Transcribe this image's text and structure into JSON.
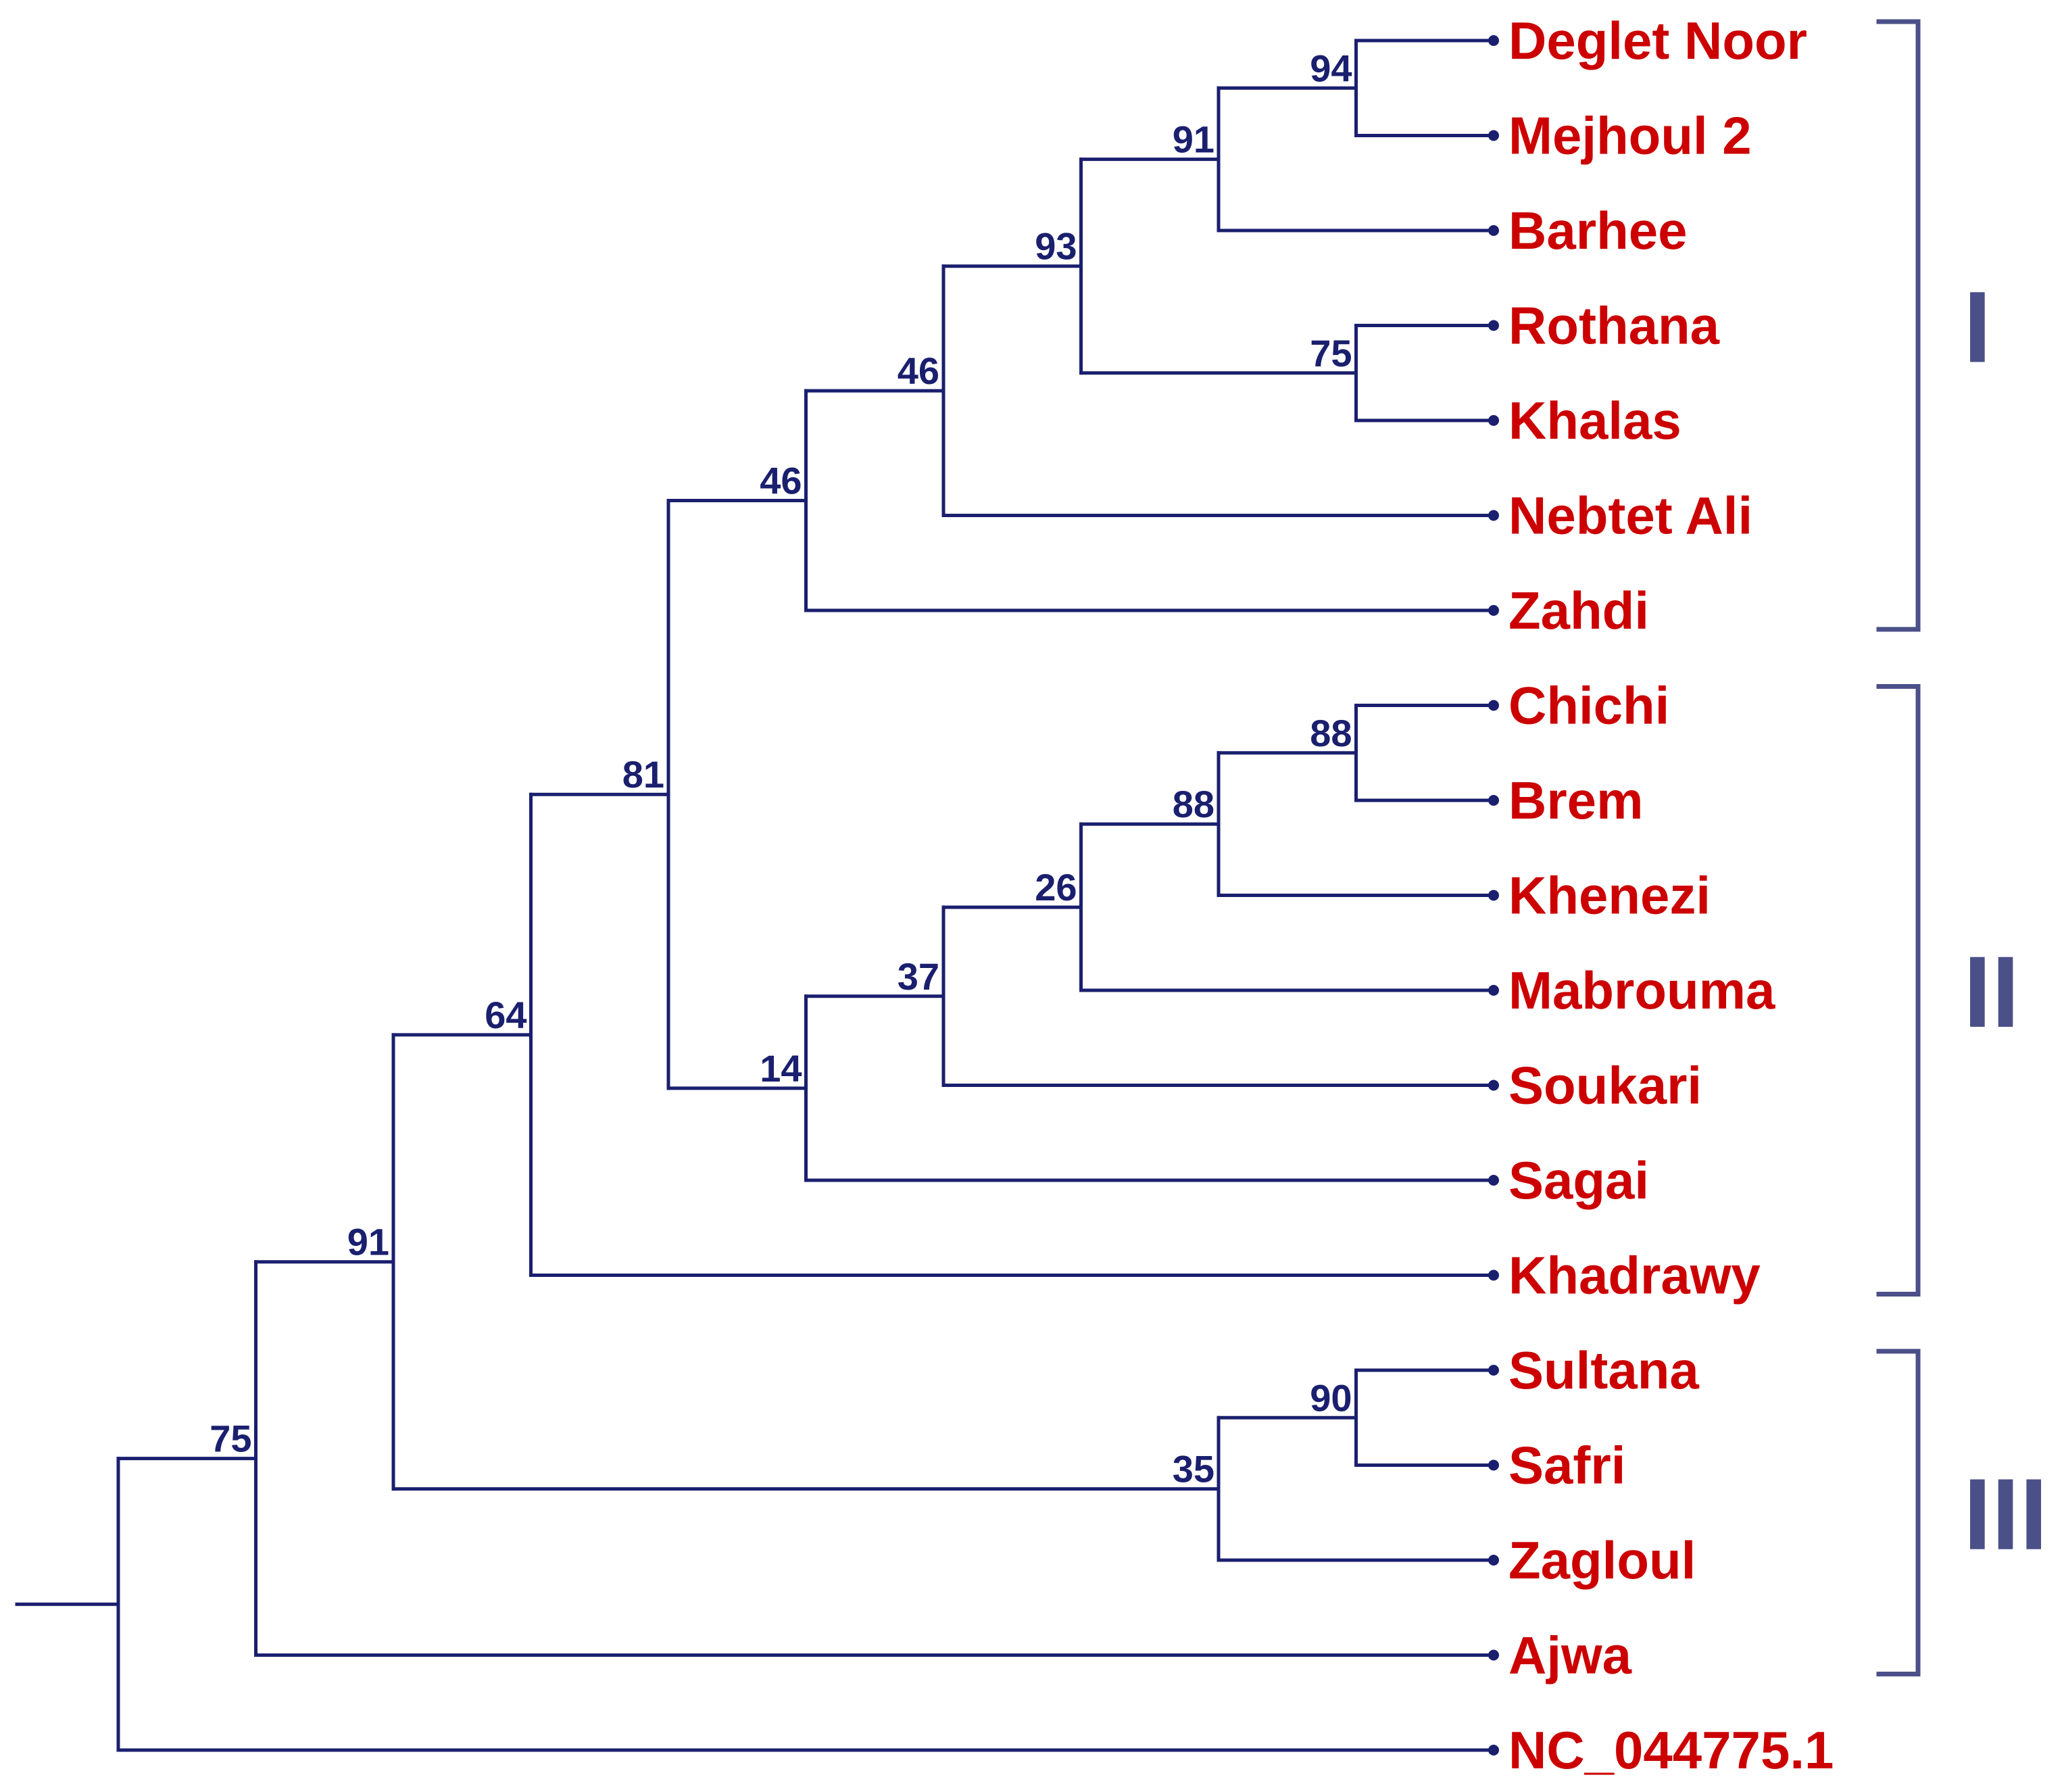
{
  "colors": {
    "branch": "#1a1f6e",
    "leaf_text": "#cc0000",
    "support_text": "#1a1f6e",
    "bracket": "#4b5089"
  },
  "tree": {
    "leaves": [
      {
        "id": "deglet-noor",
        "label": "Deglet Noor"
      },
      {
        "id": "mejhoul-2",
        "label": "Mejhoul 2"
      },
      {
        "id": "barhee",
        "label": "Barhee"
      },
      {
        "id": "rothana",
        "label": "Rothana"
      },
      {
        "id": "khalas",
        "label": "Khalas"
      },
      {
        "id": "nebtet-ali",
        "label": "Nebtet Ali"
      },
      {
        "id": "zahdi",
        "label": "Zahdi"
      },
      {
        "id": "chichi",
        "label": "Chichi"
      },
      {
        "id": "brem",
        "label": "Brem"
      },
      {
        "id": "khenezi",
        "label": "Khenezi"
      },
      {
        "id": "mabrouma",
        "label": "Mabrouma"
      },
      {
        "id": "soukari",
        "label": "Soukari"
      },
      {
        "id": "sagai",
        "label": "Sagai"
      },
      {
        "id": "khadrawy",
        "label": "Khadrawy"
      },
      {
        "id": "sultana",
        "label": "Sultana"
      },
      {
        "id": "safri",
        "label": "Safri"
      },
      {
        "id": "zagloul",
        "label": "Zagloul"
      },
      {
        "id": "ajwa",
        "label": "Ajwa"
      },
      {
        "id": "nc-044775",
        "label": "NC_044775.1"
      }
    ],
    "nodes": [
      {
        "id": "n1",
        "depth": 9,
        "support": "94",
        "children": [
          "deglet-noor",
          "mejhoul-2"
        ]
      },
      {
        "id": "n2",
        "depth": 8,
        "support": "91",
        "children": [
          "n1",
          "barhee"
        ]
      },
      {
        "id": "n3",
        "depth": 9,
        "support": "75",
        "children": [
          "rothana",
          "khalas"
        ]
      },
      {
        "id": "n4",
        "depth": 7,
        "support": "93",
        "children": [
          "n2",
          "n3"
        ]
      },
      {
        "id": "n5",
        "depth": 6,
        "support": "46",
        "children": [
          "n4",
          "nebtet-ali"
        ]
      },
      {
        "id": "n6",
        "depth": 5,
        "support": "46",
        "children": [
          "n5",
          "zahdi"
        ]
      },
      {
        "id": "n7",
        "depth": 9,
        "support": "88",
        "children": [
          "chichi",
          "brem"
        ]
      },
      {
        "id": "n8",
        "depth": 8,
        "support": "88",
        "children": [
          "n7",
          "khenezi"
        ]
      },
      {
        "id": "n9",
        "depth": 7,
        "support": "26",
        "children": [
          "n8",
          "mabrouma"
        ]
      },
      {
        "id": "n10",
        "depth": 6,
        "support": "37",
        "children": [
          "n9",
          "soukari"
        ]
      },
      {
        "id": "n11",
        "depth": 5,
        "support": "14",
        "children": [
          "n10",
          "sagai"
        ]
      },
      {
        "id": "n12",
        "depth": 4,
        "support": "81",
        "children": [
          "n6",
          "n11"
        ]
      },
      {
        "id": "n13",
        "depth": 3,
        "support": "64",
        "children": [
          "n12",
          "khadrawy"
        ]
      },
      {
        "id": "n14",
        "depth": 9,
        "support": "90",
        "children": [
          "sultana",
          "safri"
        ]
      },
      {
        "id": "n15",
        "depth": 8,
        "support": "35",
        "children": [
          "n14",
          "zagloul"
        ]
      },
      {
        "id": "n16",
        "depth": 2,
        "support": "91",
        "children": [
          "n13",
          "n15"
        ]
      },
      {
        "id": "n17",
        "depth": 1,
        "support": "75",
        "children": [
          "n16",
          "ajwa"
        ]
      },
      {
        "id": "n18",
        "depth": 0,
        "support": "",
        "children": [
          "n17",
          "nc-044775"
        ]
      }
    ],
    "root": "n18"
  },
  "clades": [
    {
      "label": "I",
      "from": "deglet-noor",
      "to": "zahdi"
    },
    {
      "label": "II",
      "from": "chichi",
      "to": "khadrawy"
    },
    {
      "label": "III",
      "from": "sultana",
      "to": "ajwa"
    }
  ]
}
